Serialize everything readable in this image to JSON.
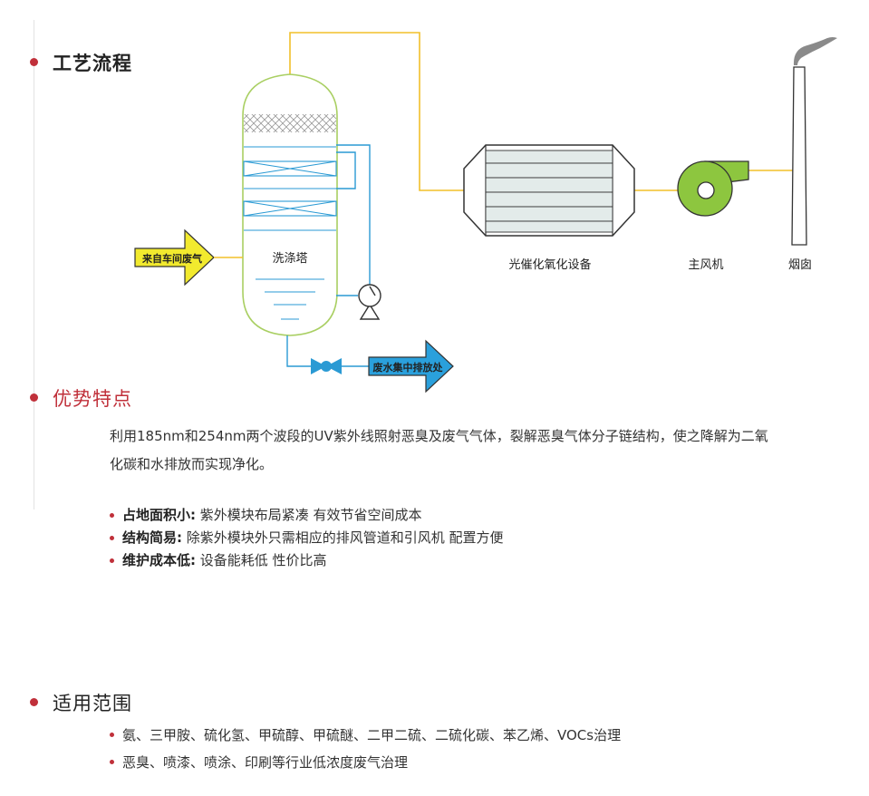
{
  "sections": {
    "process": {
      "title": "工艺流程"
    },
    "advantages": {
      "title": "优势特点",
      "description": "利用185nm和254nm两个波段的UV紫外线照射恶臭及废气气体，裂解恶臭气体分子链结构，使之降解为二氧化碳和水排放而实现净化。",
      "features": [
        {
          "label": "占地面积小:",
          "text": "紫外模块布局紧凑 有效节省空间成本"
        },
        {
          "label": "结构简易:",
          "text": "除紫外模块外只需相应的排风管道和引风机 配置方便"
        },
        {
          "label": "维护成本低:",
          "text": "设备能耗低 性价比高"
        }
      ]
    },
    "scope": {
      "title": "适用范围",
      "items": [
        "氨、三甲胺、硫化氢、甲硫醇、甲硫醚、二甲二硫、二硫化碳、苯乙烯、VOCs治理",
        "恶臭、喷漆、喷涂、印刷等行业低浓度废气治理"
      ]
    }
  },
  "diagram": {
    "inlet_label": "来自车间废气",
    "tower_label": "洗涤塔",
    "outlet_label": "废水集中排放处",
    "uv_label": "光催化氧化设备",
    "fan_label": "主风机",
    "chimney_label": "烟囱",
    "colors": {
      "gas_line": "#f2c02a",
      "water_line": "#2a9ad4",
      "tower_outline": "#a9cf62",
      "fan_fill": "#8dc63f",
      "inlet_arrow": "#f2ea2e",
      "outlet_arrow": "#2aa0dc",
      "accent": "#c0303a"
    }
  }
}
